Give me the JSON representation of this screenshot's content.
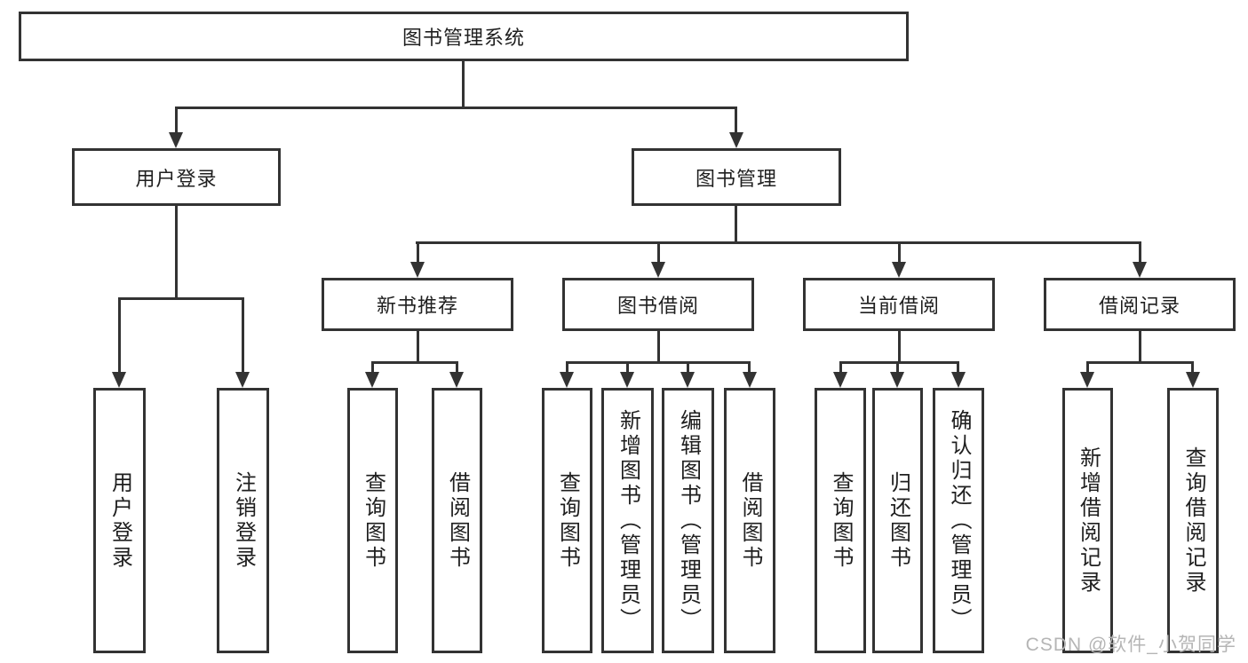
{
  "tree": {
    "root": "图书管理系统",
    "children": [
      {
        "label": "用户登录",
        "children": [
          {
            "label": "用户登录"
          },
          {
            "label": "注销登录"
          }
        ]
      },
      {
        "label": "图书管理",
        "children": [
          {
            "label": "新书推荐",
            "children": [
              {
                "label": "查询图书"
              },
              {
                "label": "借阅图书"
              }
            ]
          },
          {
            "label": "图书借阅",
            "children": [
              {
                "label": "查询图书"
              },
              {
                "label": "新增图书（管理员）"
              },
              {
                "label": "编辑图书（管理员）"
              },
              {
                "label": "借阅图书"
              }
            ]
          },
          {
            "label": "当前借阅",
            "children": [
              {
                "label": "查询图书"
              },
              {
                "label": "归还图书"
              },
              {
                "label": "确认归还（管理员）"
              }
            ]
          },
          {
            "label": "借阅记录",
            "children": [
              {
                "label": "新增借阅记录"
              },
              {
                "label": "查询借阅记录"
              }
            ]
          }
        ]
      }
    ]
  },
  "watermark": "CSDN @软件_小贺同学",
  "colors": {
    "line": "#333333",
    "text": "#1f1f1f",
    "watermark": "#b5b5b5",
    "background": "#ffffff"
  }
}
